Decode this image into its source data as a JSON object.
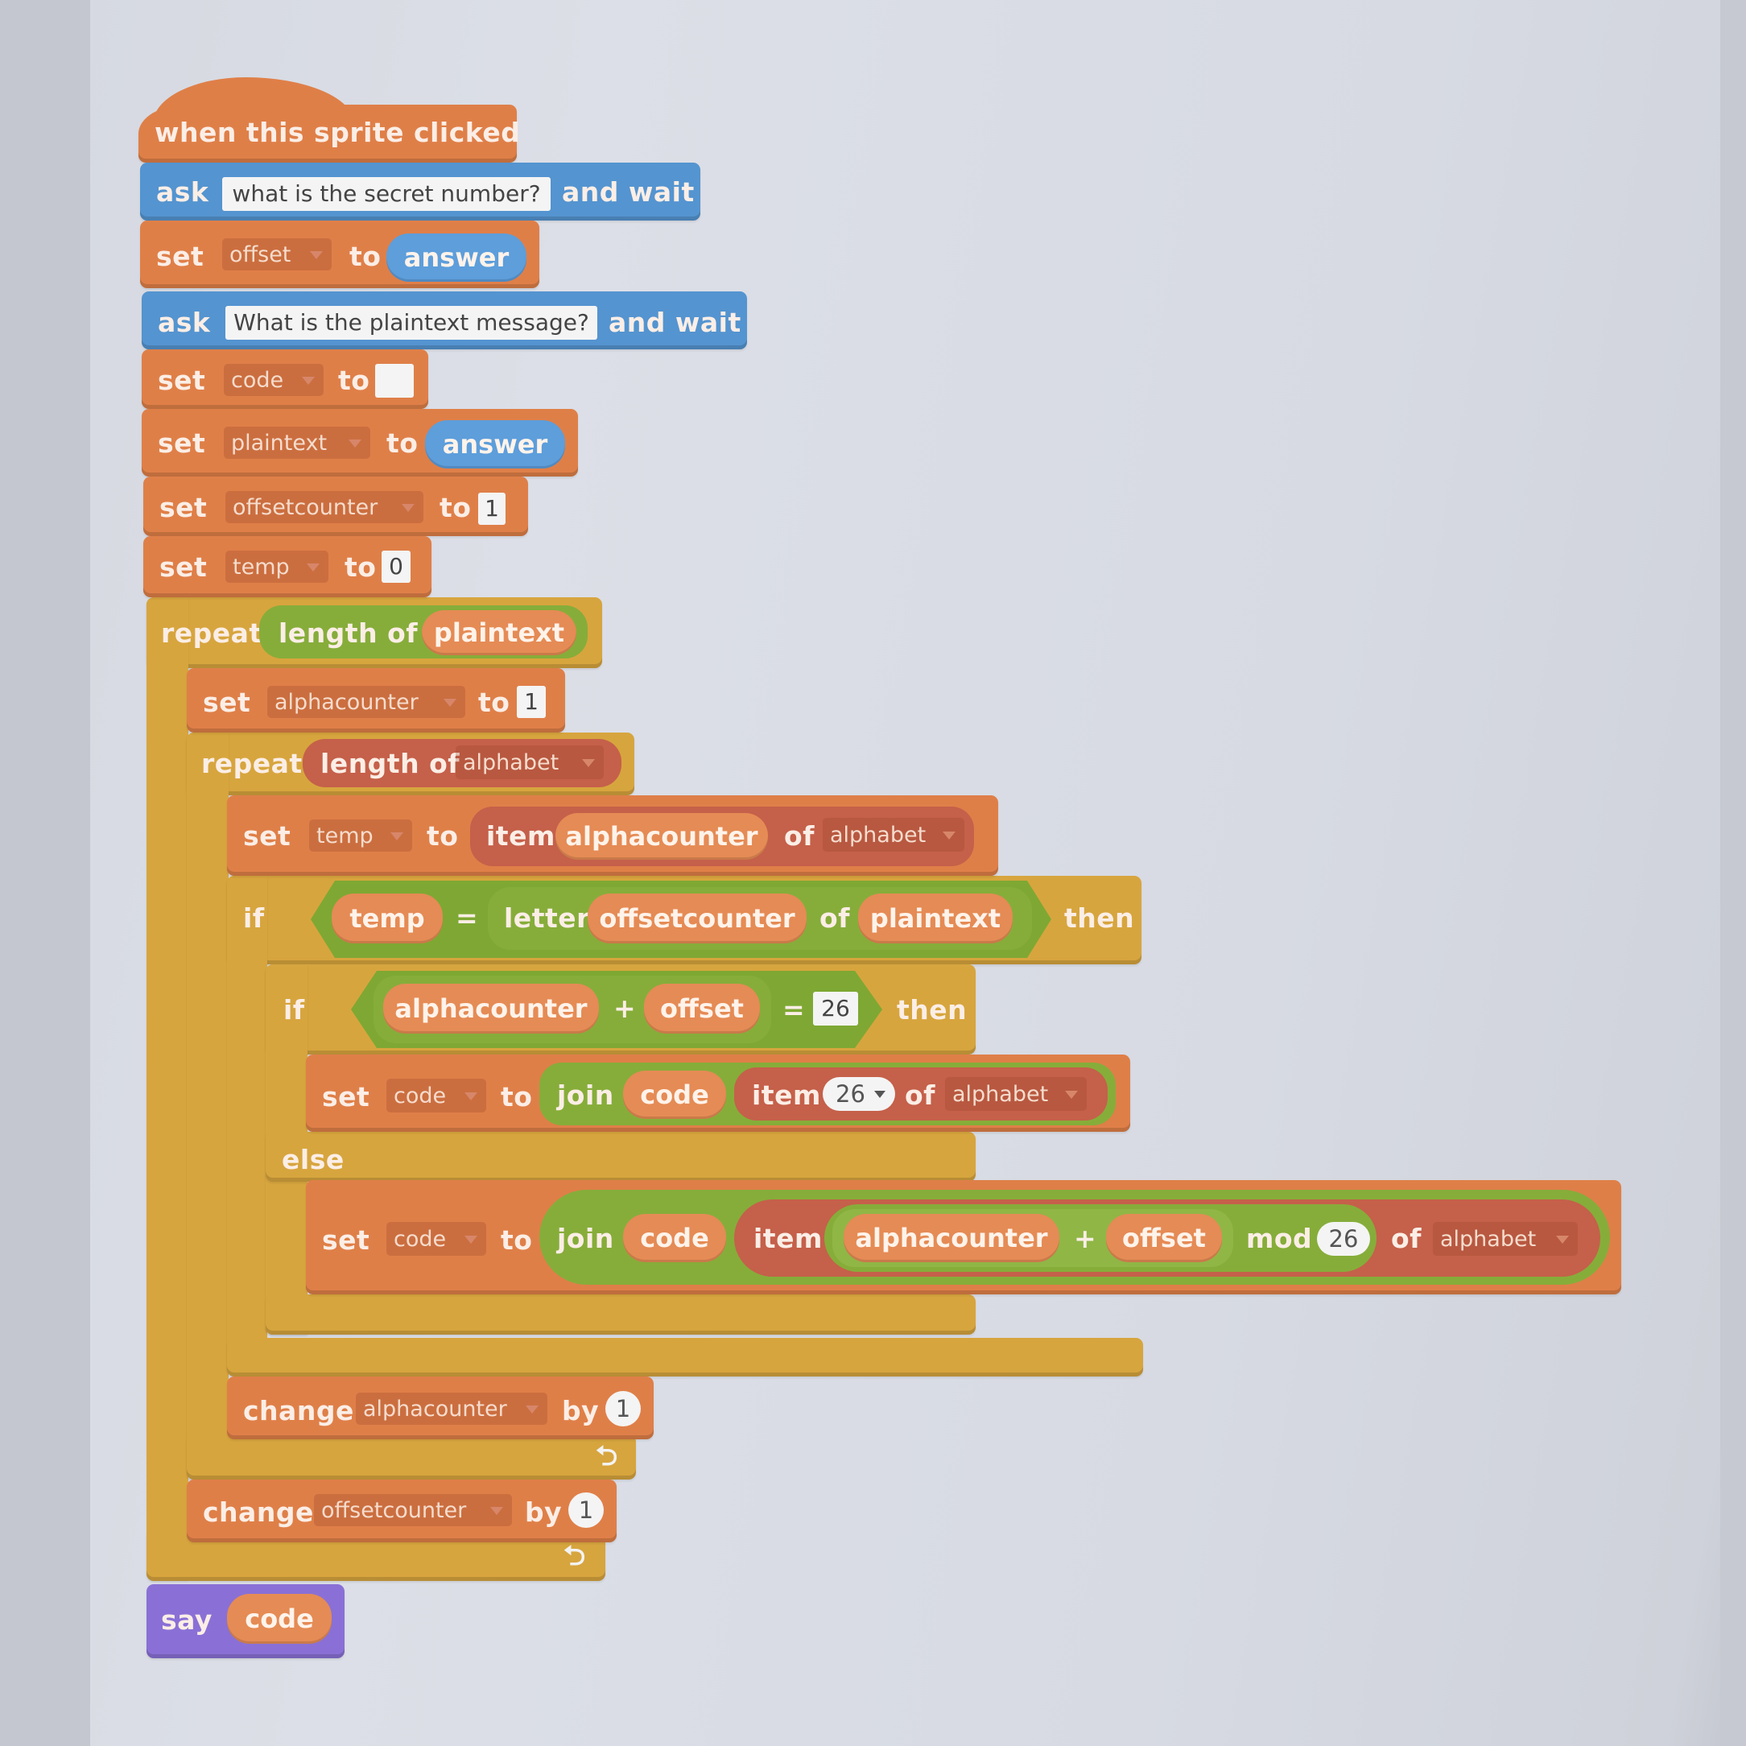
{
  "colors": {
    "events": "#df7f48",
    "sensing": "#5494d0",
    "data": "#df7f48",
    "control": "#d7a53e",
    "operators": "#7ea833",
    "looks": "#8a70d6"
  },
  "script": {
    "hat": "when this sprite clicked",
    "ask1": {
      "kw": "ask",
      "text": "what is the secret number?",
      "tail": "and wait"
    },
    "set_offset": {
      "kw": "set",
      "var": "offset",
      "to": "to",
      "val": "answer"
    },
    "ask2": {
      "kw": "ask",
      "text": "What is the plaintext message?",
      "tail": "and wait"
    },
    "set_code": {
      "kw": "set",
      "var": "code",
      "to": "to",
      "val": ""
    },
    "set_plaintext": {
      "kw": "set",
      "var": "plaintext",
      "to": "to",
      "val": "answer"
    },
    "set_offsetcounter": {
      "kw": "set",
      "var": "offsetcounter",
      "to": "to",
      "val": "1"
    },
    "set_temp": {
      "kw": "set",
      "var": "temp",
      "to": "to",
      "val": "0"
    },
    "repeat1": {
      "kw": "repeat",
      "len": "length of",
      "var": "plaintext"
    },
    "set_alphacounter": {
      "kw": "set",
      "var": "alphacounter",
      "to": "to",
      "val": "1"
    },
    "repeat2": {
      "kw": "repeat",
      "len": "length of",
      "list": "alphabet"
    },
    "set_temp2": {
      "kw": "set",
      "var": "temp",
      "to": "to",
      "item": "item",
      "idx": "alphacounter",
      "of": "of",
      "list": "alphabet"
    },
    "if1": {
      "kw": "if",
      "a": "temp",
      "eq": "=",
      "letter": "letter",
      "idx": "offsetcounter",
      "of": "of",
      "var": "plaintext",
      "then": "then"
    },
    "if2": {
      "kw": "if",
      "a": "alphacounter",
      "plus": "+",
      "b": "offset",
      "eq": "=",
      "c": "26",
      "then": "then"
    },
    "set_code2": {
      "kw": "set",
      "var": "code",
      "to": "to",
      "join": "join",
      "a": "code",
      "item": "item",
      "idx": "26",
      "of": "of",
      "list": "alphabet"
    },
    "else": "else",
    "set_code3": {
      "kw": "set",
      "var": "code",
      "to": "to",
      "join": "join",
      "a": "code",
      "item": "item",
      "x": "alphacounter",
      "plus": "+",
      "y": "offset",
      "mod": "mod",
      "m": "26",
      "of": "of",
      "list": "alphabet"
    },
    "change1": {
      "kw": "change",
      "var": "alphacounter",
      "by": "by",
      "val": "1"
    },
    "change2": {
      "kw": "change",
      "var": "offsetcounter",
      "by": "by",
      "val": "1"
    },
    "say": {
      "kw": "say",
      "val": "code"
    },
    "loop_arrow": "⮌"
  }
}
